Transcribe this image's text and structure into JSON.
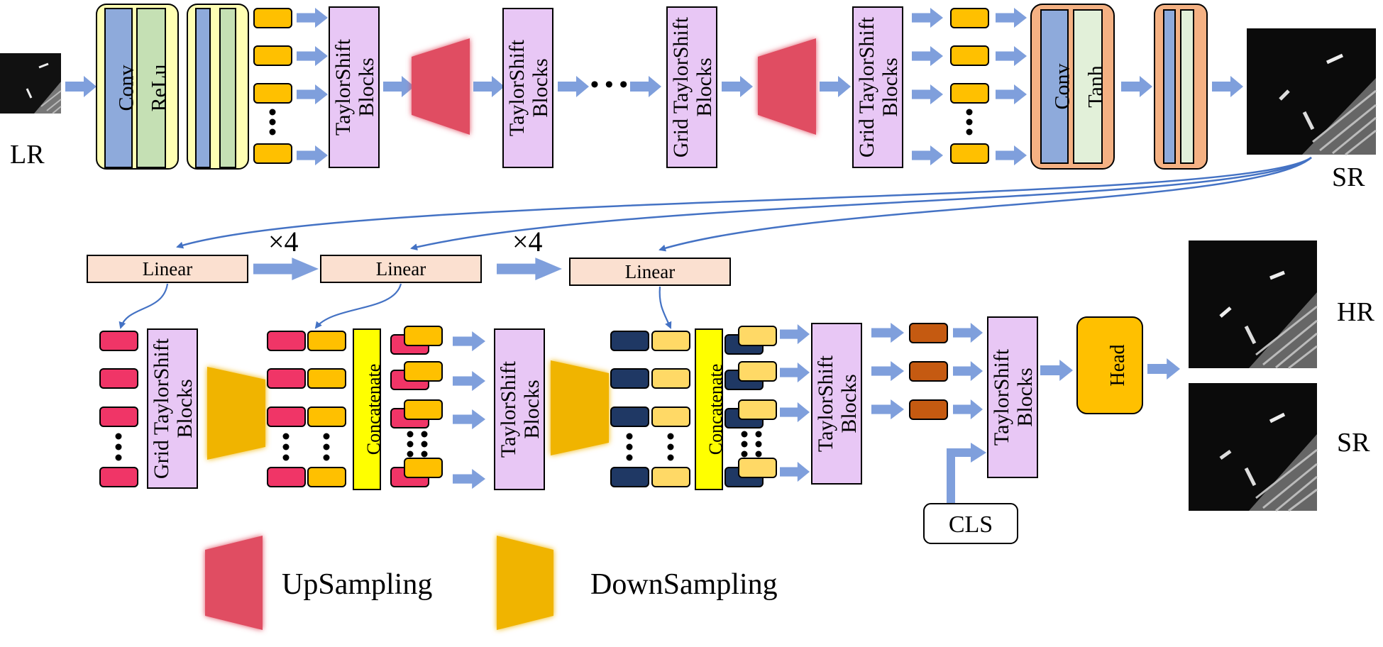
{
  "colors": {
    "conv": "#8eaadb",
    "relu": "#c5e0b4",
    "yellow_box": "#ffffb3",
    "orange_box": "#f4b183",
    "tanh": "#e2f0d9",
    "taylor": "#e8c7f5",
    "token_orange": "#ffc000",
    "token_pink": "#f03567",
    "token_navy": "#1f3864",
    "token_lightyellow": "#ffd966",
    "token_brown": "#c55a11",
    "concat": "#ffff00",
    "linear": "#fbe0d0",
    "upsample": "#e04e62",
    "downsample": "#f0b400",
    "head": "#ffc000",
    "arrow": "#7f9fdc",
    "curve": "#4472c4"
  },
  "top_row": {
    "lr_label": "LR",
    "conv_label": "Conv",
    "relu_label": "ReLu",
    "taylor1": "TaylorShift\nBlocks",
    "taylor2": "TaylorShift\nBlocks",
    "ellipsis": "• • •",
    "grid_taylor1": "Grid TaylorShift\nBlocks",
    "grid_taylor2": "Grid TaylorShift\nBlocks",
    "conv2_label": "Conv",
    "tanh_label": "Tanh",
    "sr_label": "SR"
  },
  "bottom_row": {
    "linear1": "Linear",
    "linear2": "Linear",
    "linear3": "Linear",
    "times4_a": "×4",
    "times4_b": "×4",
    "grid_taylor": "Grid TaylorShift\nBlocks",
    "concat1": "Concatenate",
    "taylor_mid": "TaylorShift\nBlocks",
    "concat2": "Concatenate",
    "taylor_right": "TaylorShift\nBlocks",
    "taylor_final": "TaylorShift\nBlocks",
    "cls_label": "CLS",
    "head_label": "Head",
    "hr_label": "HR",
    "sr_label": "SR"
  },
  "legend": {
    "upsampling": "UpSampling",
    "downsampling": "DownSampling"
  }
}
